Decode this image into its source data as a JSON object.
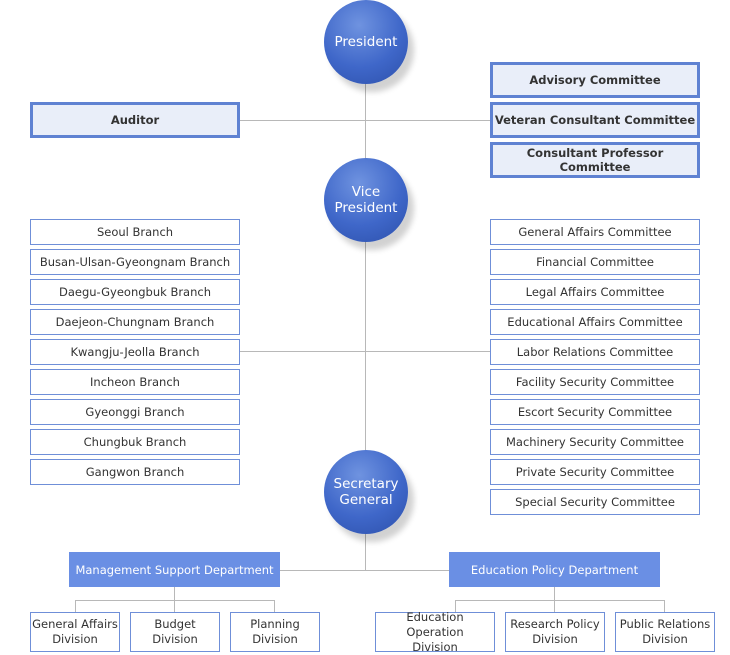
{
  "colors": {
    "accent": "#3f67c9",
    "box_border": "#6f8fd8",
    "dept_fill": "#6a8fe4",
    "line": "#b8b8b8",
    "advisory_fill": "#e9eef9"
  },
  "leaders": {
    "president": "President",
    "vice_president": "Vice\nPresident",
    "secretary_general": "Secretary\nGeneral"
  },
  "auditor": "Auditor",
  "advisory_committees": [
    "Advisory Committee",
    "Veteran Consultant Committee",
    "Consultant Professor Committee"
  ],
  "branches": [
    "Seoul Branch",
    "Busan-Ulsan-Gyeongnam Branch",
    "Daegu-Gyeongbuk Branch",
    "Daejeon-Chungnam Branch",
    "Kwangju-Jeolla Branch",
    "Incheon Branch",
    "Gyeonggi Branch",
    "Chungbuk Branch",
    "Gangwon Branch"
  ],
  "committees": [
    "General Affairs Committee",
    "Financial Committee",
    "Legal Affairs Committee",
    "Educational Affairs Committee",
    "Labor Relations Committee",
    "Facility Security Committee",
    "Escort Security Committee",
    "Machinery Security Committee",
    "Private Security Committee",
    "Special Security Committee"
  ],
  "departments": {
    "management": "Management Support Department",
    "education": "Education Policy Department"
  },
  "management_divisions": [
    "General Affairs\nDivision",
    "Budget\nDivision",
    "Planning\nDivision"
  ],
  "education_divisions": [
    "Education Operation\nDivision",
    "Research Policy\nDivision",
    "Public Relations\nDivision"
  ]
}
